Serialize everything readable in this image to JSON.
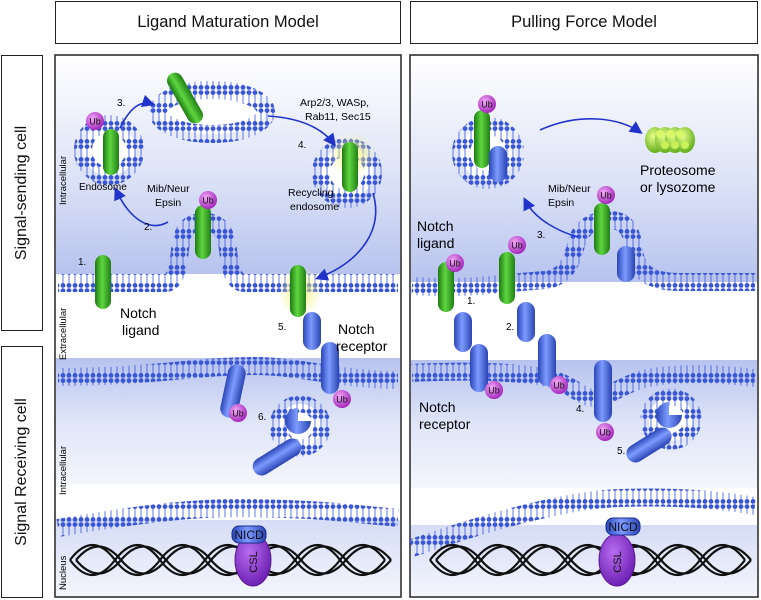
{
  "headers": {
    "left": "Ligand Maturation Model",
    "right": "Pulling Force Model"
  },
  "side_labels": {
    "sending": "Signal-sending cell",
    "receiving": "Signal Receiving cell"
  },
  "zone_labels": {
    "intracellular": "Intracellular",
    "extracellular": "Extracellular",
    "nucleus": "Nucleus"
  },
  "ub": "Ub",
  "nicd": "NICD",
  "csl": "CSL",
  "left_panel": {
    "step1": "1.",
    "step2": "2.",
    "step3": "3.",
    "step4": "4.",
    "step5": "5.",
    "step6": "6.",
    "endosome": "Endosome",
    "mib_neur": "Mib/Neur",
    "epsin": "Epsin",
    "arp_line1": "Arp2/3, WASp,",
    "arp_line2": "Rab11, Sec15",
    "recycling_line1": "Recycling",
    "recycling_line2": "endosome",
    "notch_ligand_line1": "Notch",
    "notch_ligand_line2": "ligand",
    "notch_receptor_line1": "Notch",
    "notch_receptor_line2": "receptor"
  },
  "right_panel": {
    "step1": "1.",
    "step2": "2.",
    "step3": "3.",
    "step4": "4.",
    "step5": "5.",
    "proteosome_line1": "Proteosome",
    "proteosome_line2": "or lysozome",
    "mib_neur": "Mib/Neur",
    "epsin": "Epsin",
    "notch_ligand_line1": "Notch",
    "notch_ligand_line2": "ligand",
    "notch_receptor_line1": "Notch",
    "notch_receptor_line2": "receptor"
  },
  "colors": {
    "ligand_green": "#3fae2a",
    "receptor_blue": "#4a6fe0",
    "ub_magenta": "#c040d0",
    "membrane_blue": "#3a56d8",
    "arrow_blue": "#2233cc",
    "csl_purple": "#8a2ed0",
    "proteasome_green": "#9ad83a"
  },
  "icons": [
    "membrane-bilayer",
    "vesicle",
    "ligand-capsule",
    "receptor-capsule",
    "ubiquitin-sphere",
    "dna-helix",
    "proteasome"
  ]
}
